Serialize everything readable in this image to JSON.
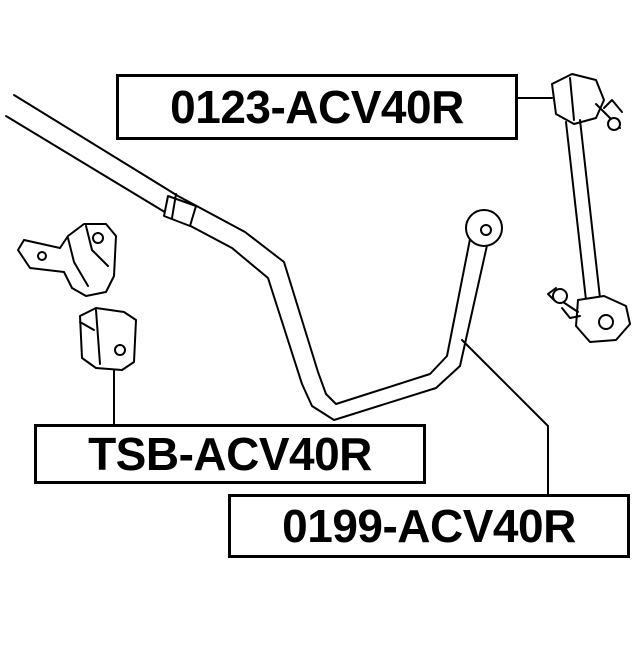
{
  "labels": {
    "stabilizer_link": "0123-ACV40R",
    "bushing": "TSB-ACV40R",
    "stabilizer_bar": "0199-ACV40R"
  },
  "colors": {
    "line": "#000000",
    "fill": "#ffffff"
  }
}
